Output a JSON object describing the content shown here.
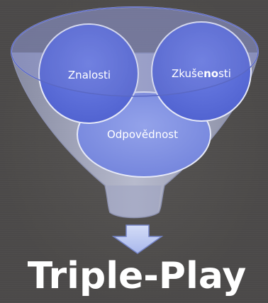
{
  "diagram": {
    "circles": {
      "knowledge": {
        "label": "Znalosti"
      },
      "experience": {
        "label_pre": "Zkuše",
        "label_bold": "no",
        "label_post": "sti"
      },
      "responsibility": {
        "label": "Odpovědnost"
      }
    },
    "result": {
      "title": "Triple-Play"
    },
    "colors": {
      "background": "#4b4948",
      "funnel_fill": "#b8bdd6",
      "funnel_rim": "#5a68c4",
      "circle_dark": "#5d6fd8",
      "circle_light": "#7b8be0",
      "arrow_fill": "#b9c7f1",
      "text": "#ffffff"
    }
  }
}
